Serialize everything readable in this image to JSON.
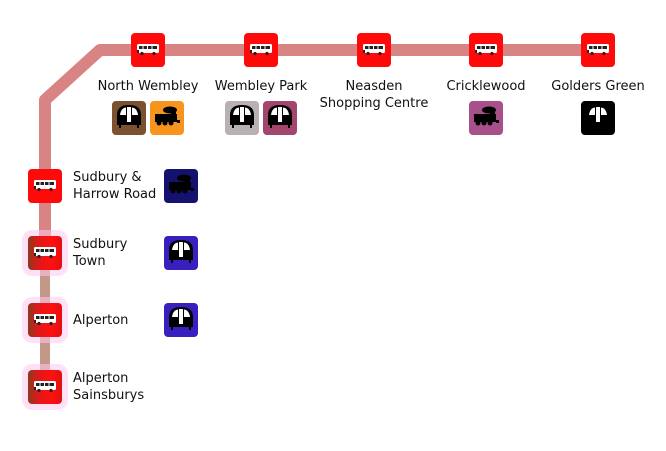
{
  "line": {
    "color": "#d98484",
    "lower_segment_color": "#c49888",
    "stop_color": "#ff0a0a"
  },
  "top_stations": [
    {
      "name": "North Wembley",
      "connections": [
        {
          "type": "underground-icon",
          "color": "#7a5230"
        },
        {
          "type": "train-icon",
          "color": "#f7941d"
        }
      ]
    },
    {
      "name": "Wembley Park",
      "connections": [
        {
          "type": "underground-icon",
          "color": "#b8b0b2"
        },
        {
          "type": "underground-icon",
          "color": "#a4456e"
        }
      ]
    },
    {
      "name": "Neasden\nShopping Centre",
      "connections": []
    },
    {
      "name": "Cricklewood",
      "connections": [
        {
          "type": "train-icon",
          "color": "#a8508a"
        }
      ]
    },
    {
      "name": "Golders Green",
      "connections": [
        {
          "type": "underground-icon",
          "color": "#000000"
        }
      ]
    }
  ],
  "side_stations": [
    {
      "name": "Sudbury &\nHarrow Road",
      "faded": false,
      "connections": [
        {
          "type": "train-icon",
          "color": "#14126e"
        }
      ]
    },
    {
      "name": "Sudbury\nTown",
      "faded": true,
      "connections": [
        {
          "type": "underground-icon",
          "color": "#3a1fbf"
        }
      ]
    },
    {
      "name": "Alperton",
      "faded": true,
      "connections": [
        {
          "type": "underground-icon",
          "color": "#3a1fbf"
        }
      ]
    },
    {
      "name": "Alperton\nSainsburys",
      "faded": true,
      "connections": []
    }
  ]
}
